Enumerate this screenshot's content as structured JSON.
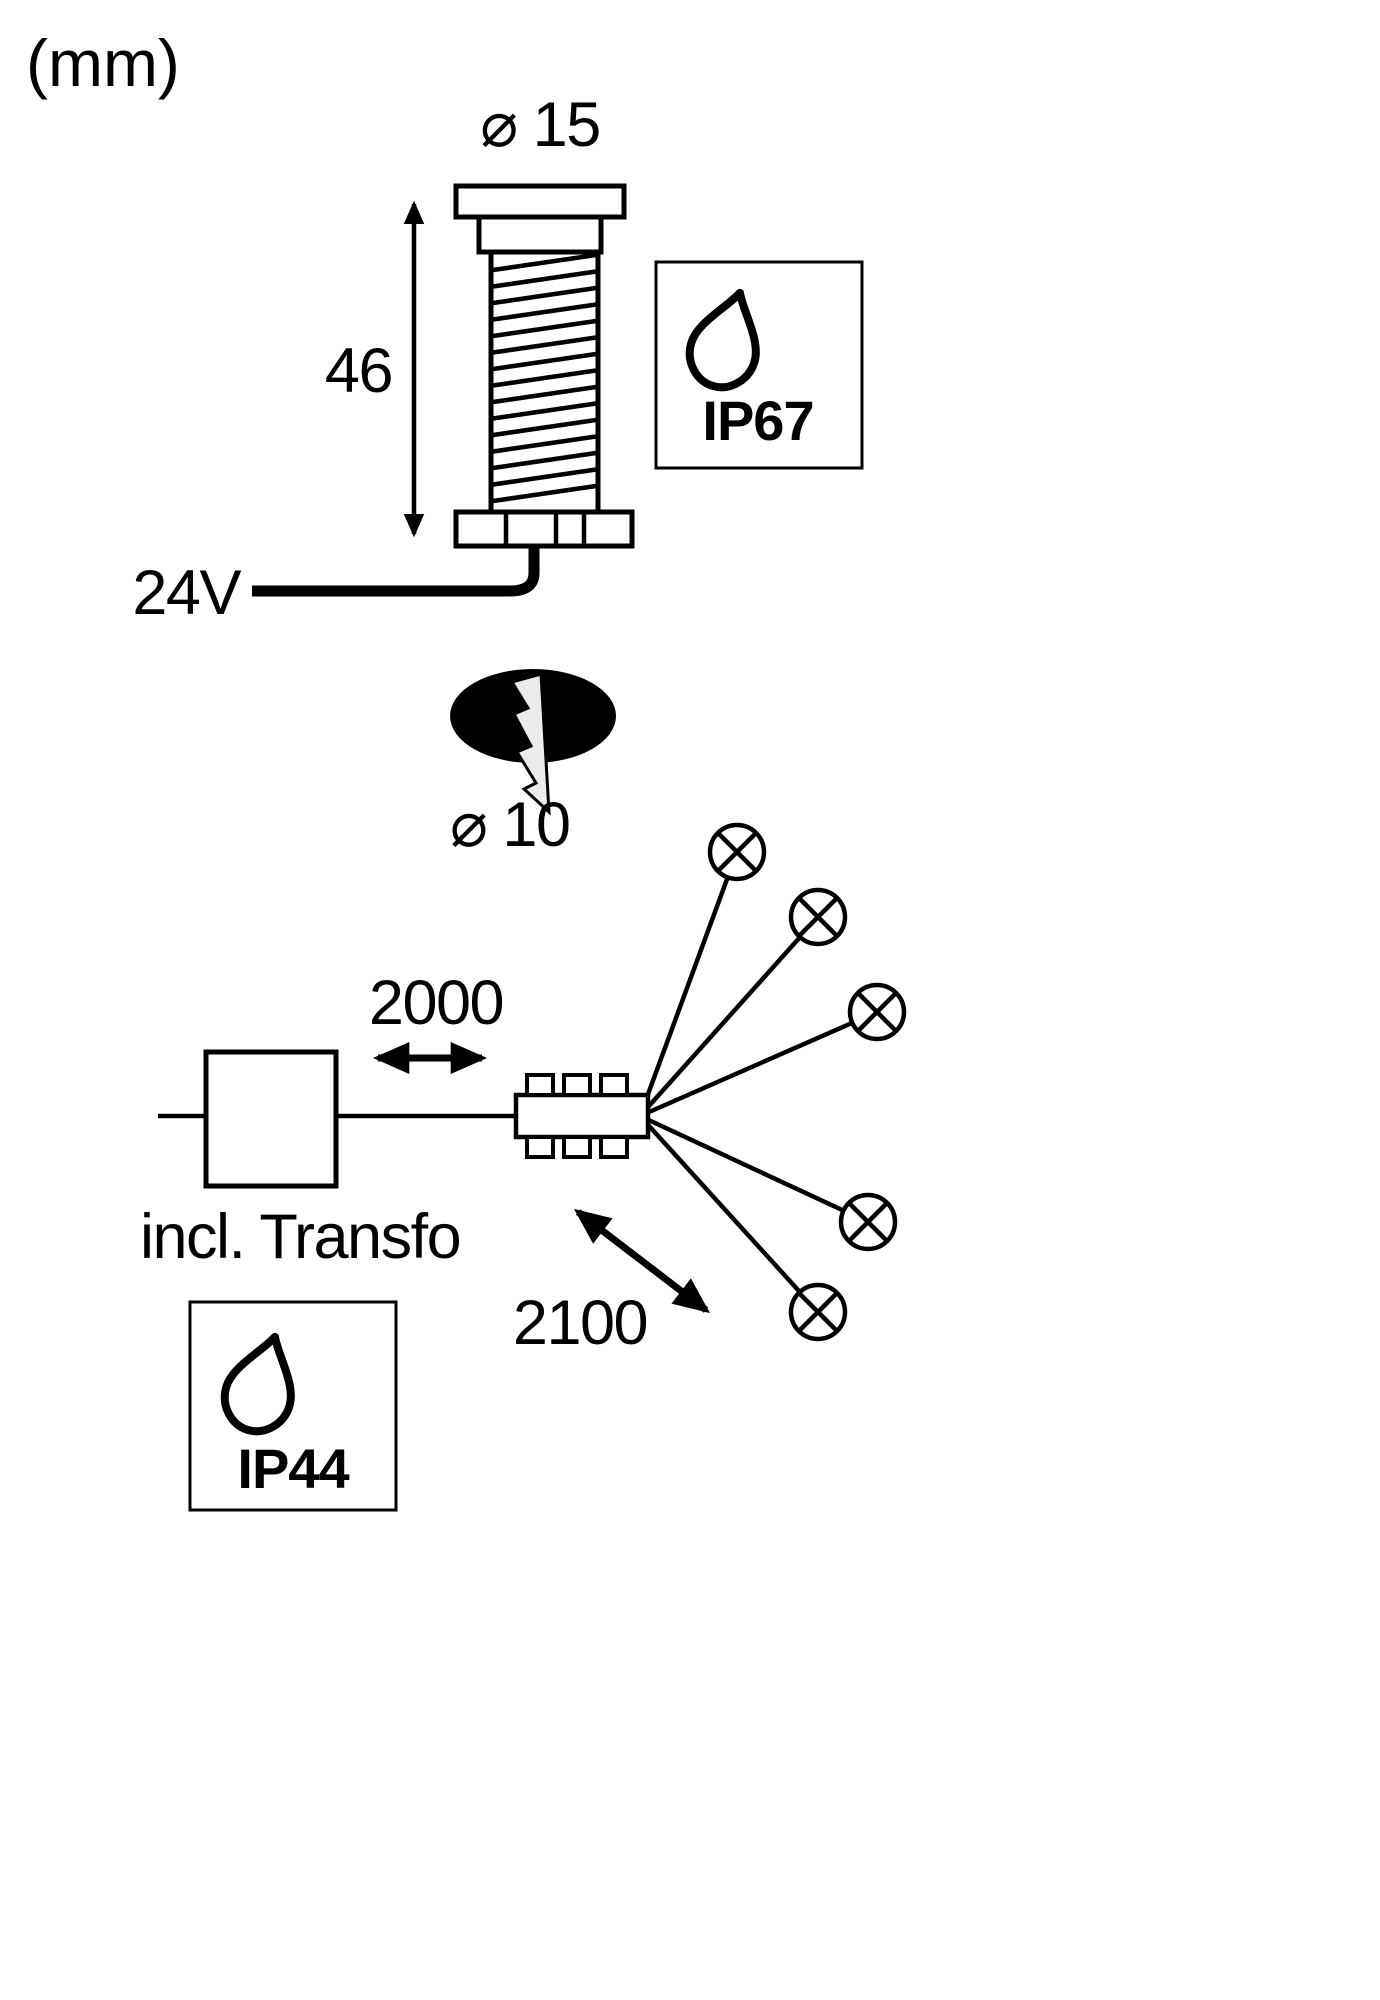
{
  "unit_label": "(mm)",
  "fixture": {
    "diameter_label": "⌀ 15",
    "height_label": "46",
    "cable_label": "24V"
  },
  "drill_hole": {
    "diameter_label": "⌀ 10"
  },
  "wiring": {
    "cable_length_label": "2000",
    "transformer_label": "incl. Transfo",
    "spread_label": "2100",
    "lamp_count": 5
  },
  "badges": {
    "ip67_label": "IP67",
    "ip44_label": "IP44"
  },
  "colors": {
    "ink": "#000000",
    "paper": "#ffffff",
    "hole_fill": "#000000",
    "bolt_fill": "#ebebeb"
  }
}
